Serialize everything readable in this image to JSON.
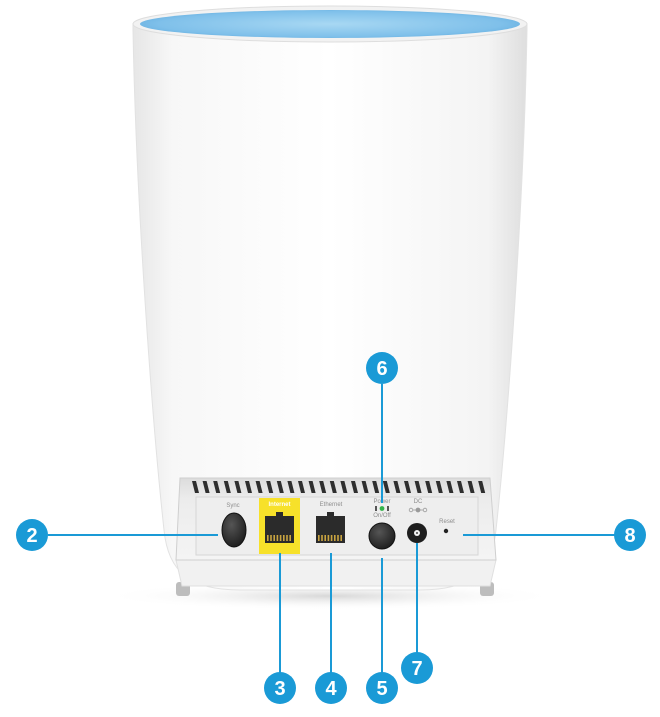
{
  "device": {
    "port_labels": {
      "sync": "Sync",
      "internet": "Internet",
      "ethernet": "Ethernet",
      "power": "Power",
      "power_sub": "On/Off",
      "dc": "DC",
      "reset": "Reset"
    }
  },
  "callouts": [
    {
      "number": "2",
      "target": "sync-button"
    },
    {
      "number": "3",
      "target": "internet-port"
    },
    {
      "number": "4",
      "target": "ethernet-port"
    },
    {
      "number": "5",
      "target": "power-button"
    },
    {
      "number": "6",
      "target": "power-led"
    },
    {
      "number": "7",
      "target": "dc-power-connector"
    },
    {
      "number": "8",
      "target": "reset-button"
    }
  ],
  "colors": {
    "callout_fill": "#1a9ad6",
    "callout_line": "#1a9ad6",
    "top_glow": "#8fc9ec",
    "internet_port": "#f7e12a",
    "led_green": "#34b34a",
    "body": "#ffffff",
    "panel": "#e9e9e9"
  }
}
